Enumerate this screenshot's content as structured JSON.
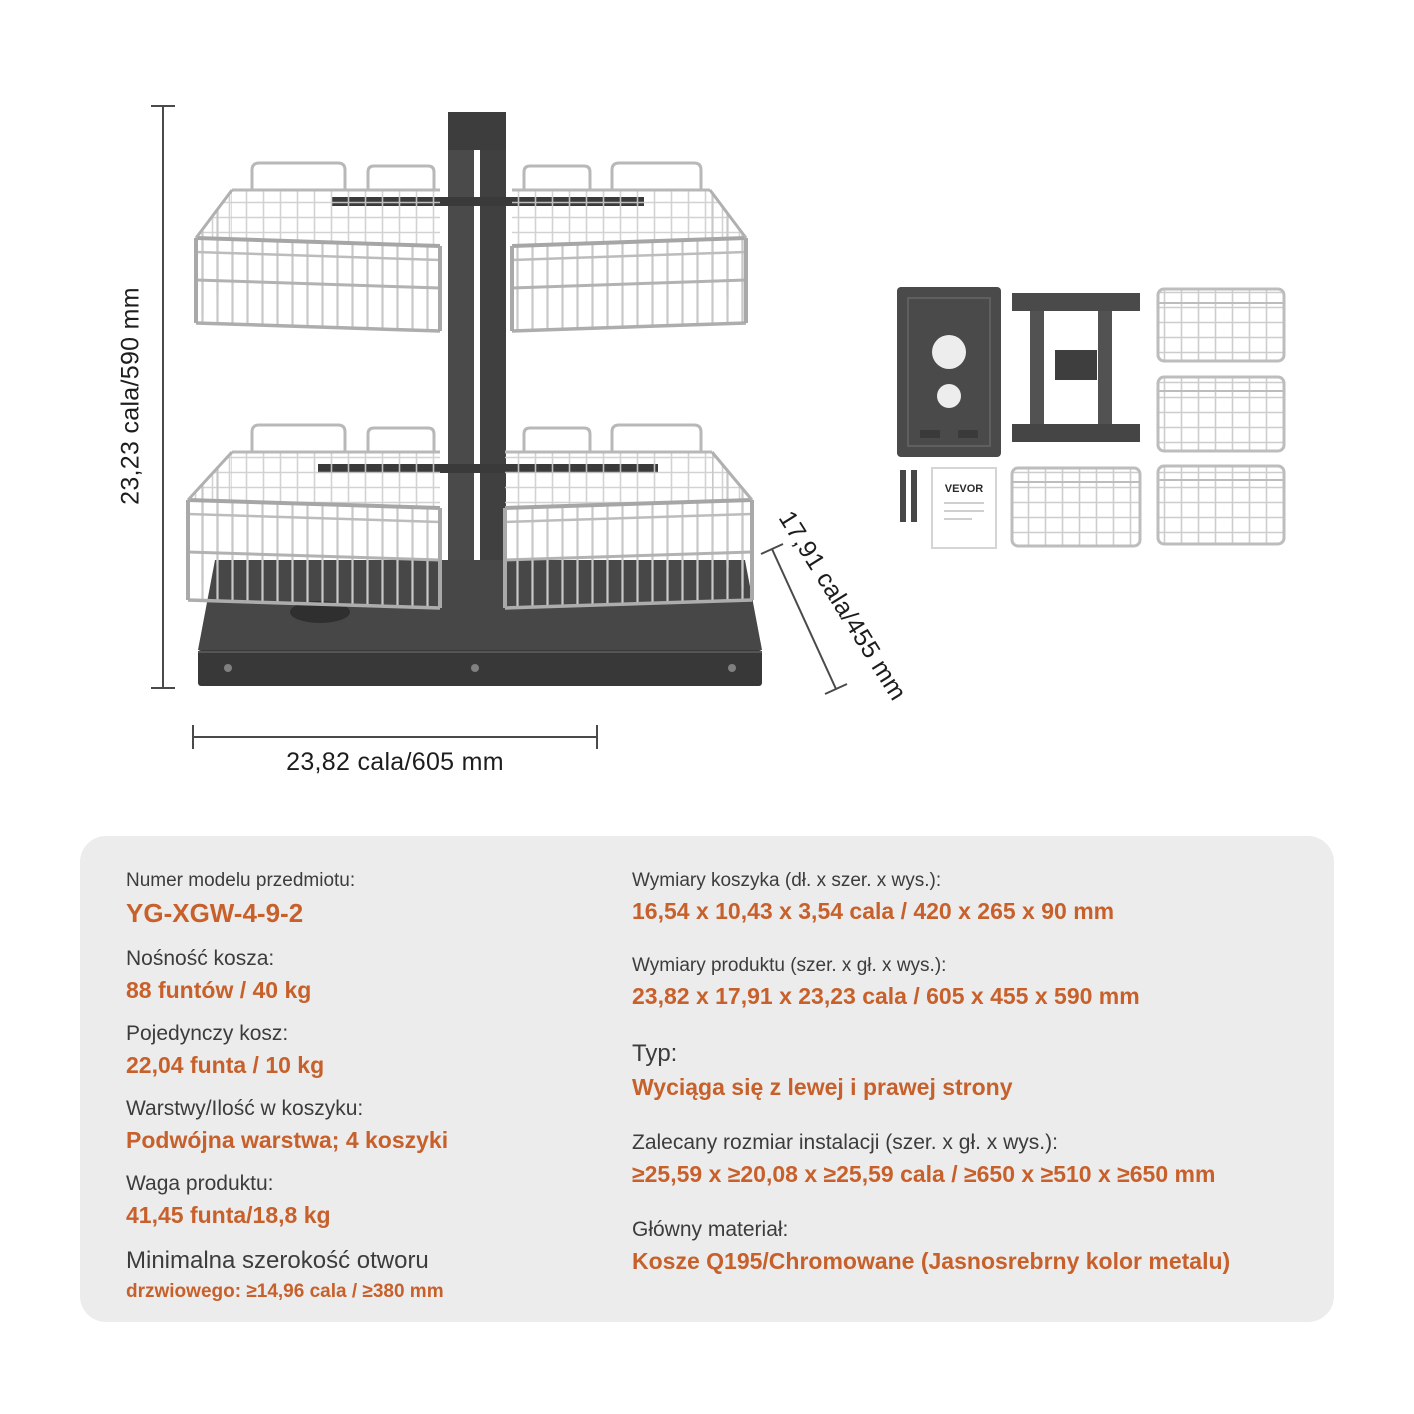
{
  "colors": {
    "accent": "#c7602a",
    "panel_bg": "#ececec",
    "metal_dark": "#464646",
    "wire_gray": "#c3c3c3",
    "background": "#ffffff"
  },
  "diagram": {
    "height_label": "23,23 cala/590 mm",
    "width_label": "23,82 cala/605 mm",
    "depth_label": "17,91 cala/455 mm"
  },
  "parts": {
    "manual_brand": "VEVOR"
  },
  "specs": {
    "left": [
      {
        "label": "Numer modelu przedmiotu:",
        "value": "YG-XGW-4-9-2"
      },
      {
        "label": "Nośność kosza:",
        "value": "88 funtów / 40 kg"
      },
      {
        "label": "Pojedynczy kosz:",
        "value": "22,04 funta / 10 kg"
      },
      {
        "label": "Warstwy/Ilość w koszyku:",
        "value": "Podwójna warstwa; 4 koszyki"
      },
      {
        "label": "Waga produktu:",
        "value": "41,45 funta/18,8 kg"
      },
      {
        "label": "Minimalna szerokość otworu",
        "value": "drzwiowego: ≥14,96 cala / ≥380 mm"
      }
    ],
    "right": [
      {
        "label": "Wymiary koszyka (dł. x szer. x wys.):",
        "value": "16,54 x 10,43 x 3,54 cala / 420 x 265 x 90 mm"
      },
      {
        "label": "Wymiary produktu (szer. x gł. x wys.):",
        "value": "23,82 x 17,91 x 23,23 cala / 605 x 455 x 590 mm"
      },
      {
        "label": "Typ:",
        "value": "Wyciąga się z lewej i prawej strony"
      },
      {
        "label": "Zalecany rozmiar instalacji (szer. x gł. x wys.):",
        "value": "≥25,59 x ≥20,08 x ≥25,59 cala / ≥650 x ≥510 x ≥650 mm"
      },
      {
        "label": "Główny materiał:",
        "value": "Kosze Q195/Chromowane (Jasnosrebrny kolor metalu)"
      }
    ]
  }
}
